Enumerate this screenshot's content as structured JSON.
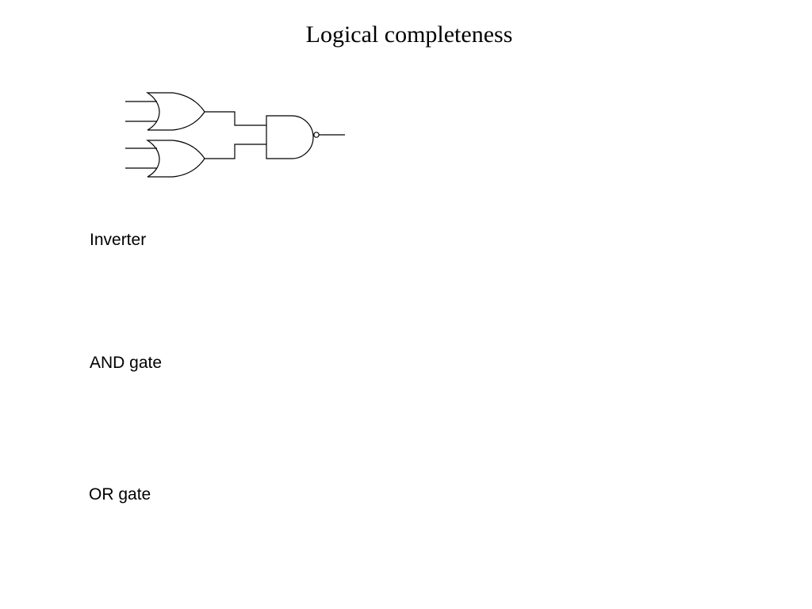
{
  "slide": {
    "title": "Logical completeness"
  },
  "diagram": {
    "gates": [
      {
        "kind": "or-gate",
        "inputs": 2
      },
      {
        "kind": "or-gate",
        "inputs": 2
      },
      {
        "kind": "nand-gate",
        "inputs": 2
      }
    ],
    "stroke_color": "#000000"
  },
  "sections": [
    {
      "label": "Inverter"
    },
    {
      "label": "AND gate"
    },
    {
      "label": "OR gate"
    }
  ]
}
